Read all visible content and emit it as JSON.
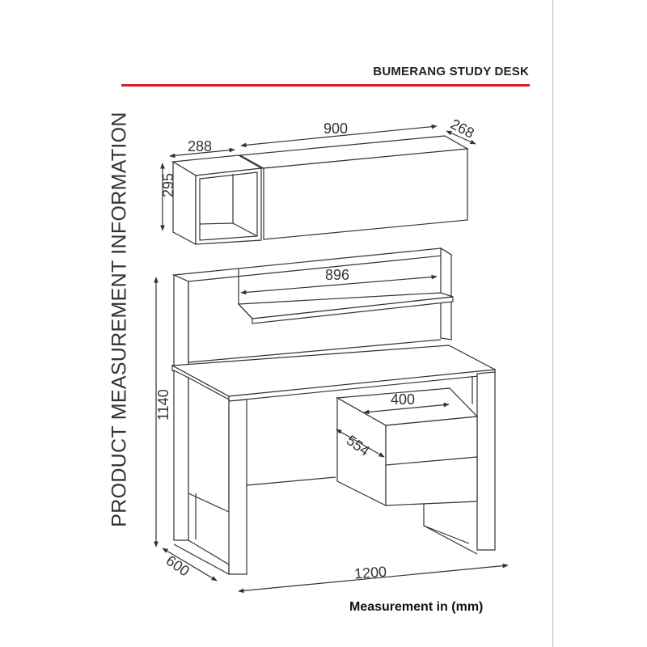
{
  "header": {
    "title": "BUMERANG STUDY DESK"
  },
  "side_title": "PRODUCT MEASUREMENT INFORMATION",
  "footer": "Measurement in (mm)",
  "colors": {
    "accent": "#d41f26",
    "lines": "#333333"
  },
  "dimensions": {
    "cube_width": "288",
    "cube_height": "295",
    "cabinet_width": "900",
    "cabinet_depth": "268",
    "shelf_width": "896",
    "desk_height": "1140",
    "desk_depth": "600",
    "desk_width": "1200",
    "drawer_width": "400",
    "drawer_depth": "554"
  }
}
